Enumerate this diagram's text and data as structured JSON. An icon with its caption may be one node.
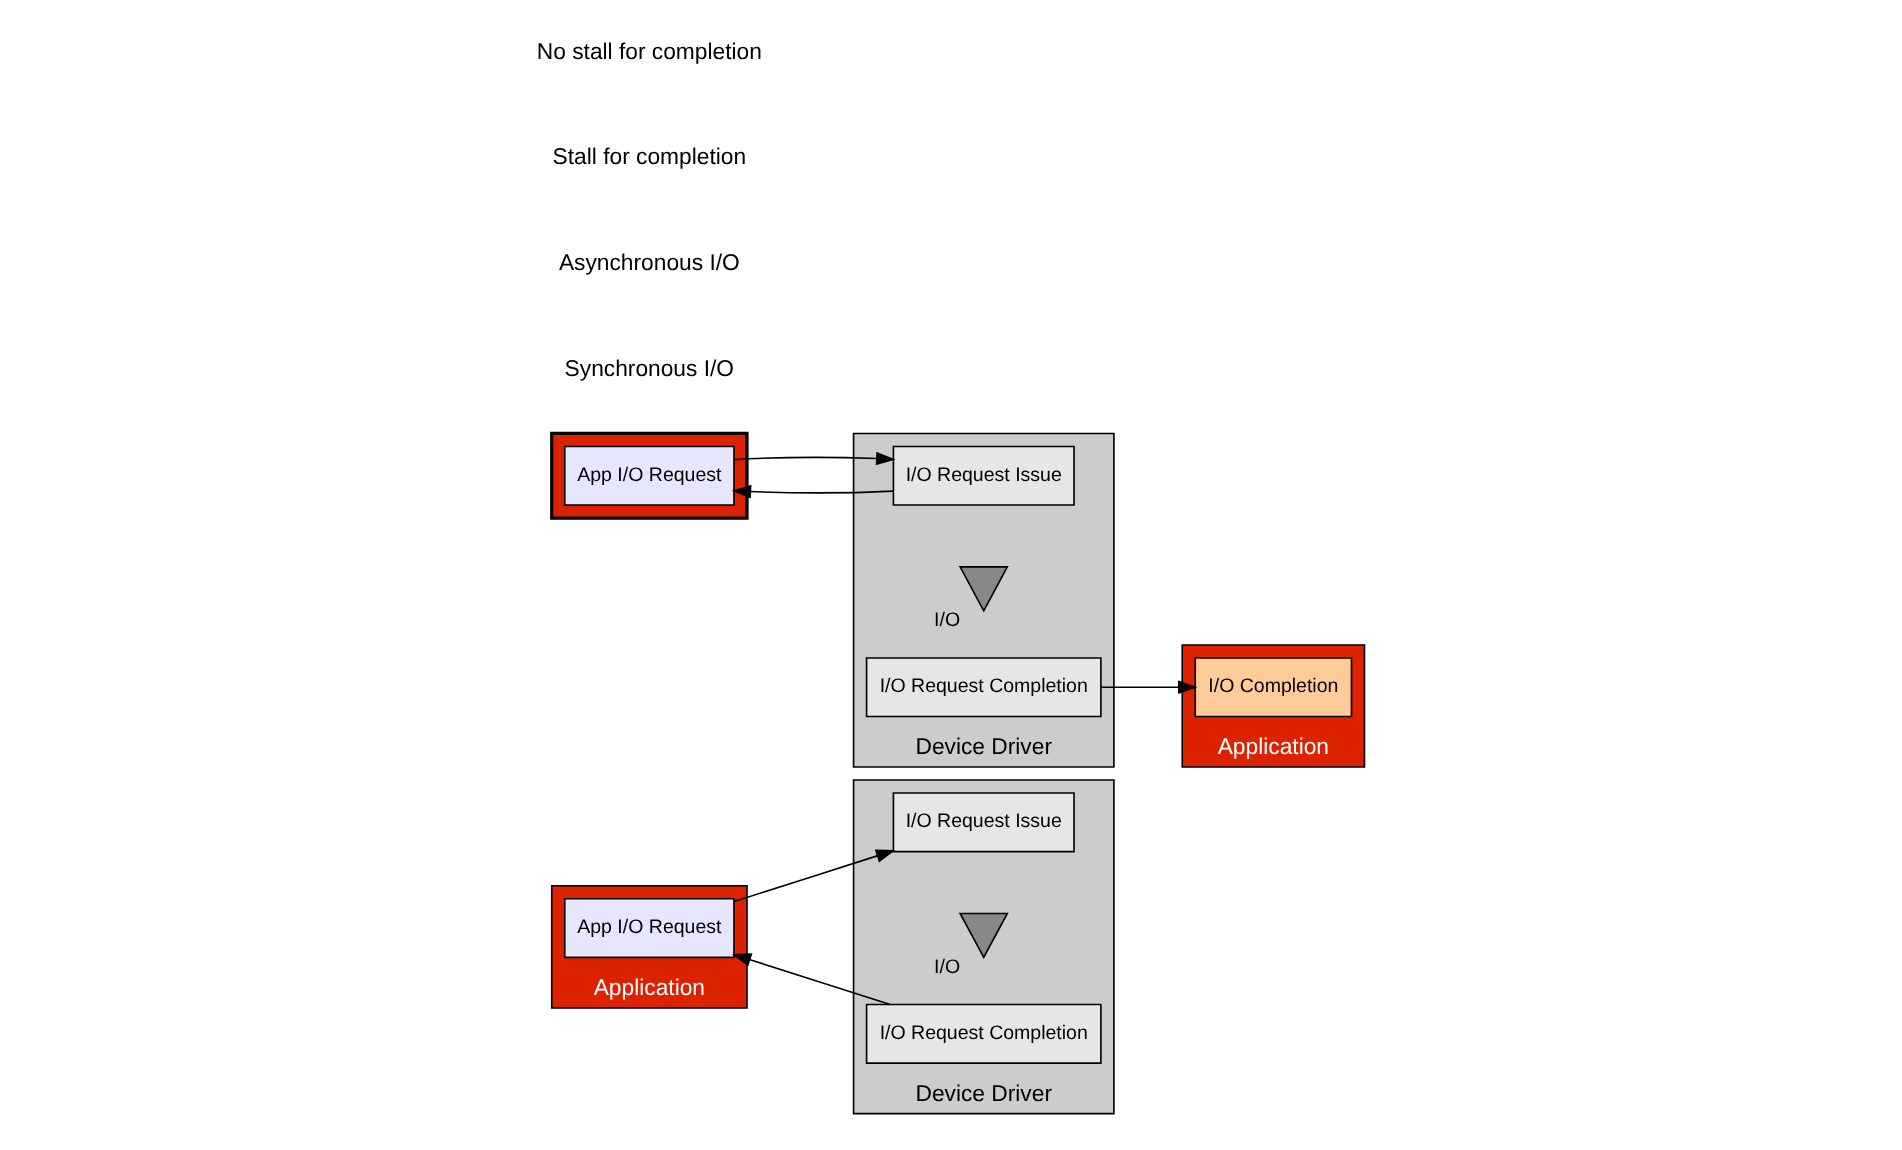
{
  "diagram": {
    "nodes": [
      {
        "text": [
          "Application"
        ]
      },
      {
        "text": [
          "App I/O Request"
        ],
        "in": 0
      },
      {
        "text": [
          "Device Driver"
        ]
      },
      {
        "text": [
          "I/O Request Issue"
        ],
        "in": 2
      },
      {
        "text": [],
        "shape": "hourglass",
        "in": 2,
        "beside": [
          "I/O"
        ]
      },
      {
        "text": [
          "I/O Request Completion"
        ],
        "in": 2
      },
      {
        "text": [],
        "shape": "banner"
      },
      {
        "text": [
          "App I/O Request"
        ],
        "in": 6
      },
      {
        "text": [
          "Device Driver"
        ]
      },
      {
        "text": [
          "I/O Request Issue"
        ],
        "in": 8
      },
      {
        "text": [],
        "shape": "hourglass",
        "in": 8,
        "beside": [
          "I/O"
        ]
      },
      {
        "text": [
          "I/O Request Completion"
        ],
        "in": 8
      },
      {
        "text": [
          "Application"
        ]
      },
      {
        "text": [
          "I/O Completion"
        ],
        "in": 12
      }
    ],
    "edges": [
      {
        "from": 1,
        "to": 3,
        "arrow": "to"
      },
      {
        "from": 5,
        "to": 1,
        "arrow": "to"
      },
      {
        "from": 7,
        "to": 9,
        "arrow": "to"
      },
      {
        "from": 9,
        "to": 7,
        "arrow": "to"
      },
      {
        "from": 11,
        "to": 13,
        "arrow": "to"
      }
    ],
    "labels": [
      "Synchronous I/O",
      "Asynchronous I/O",
      "Stall for completion",
      "No stall for completion"
    ]
  }
}
